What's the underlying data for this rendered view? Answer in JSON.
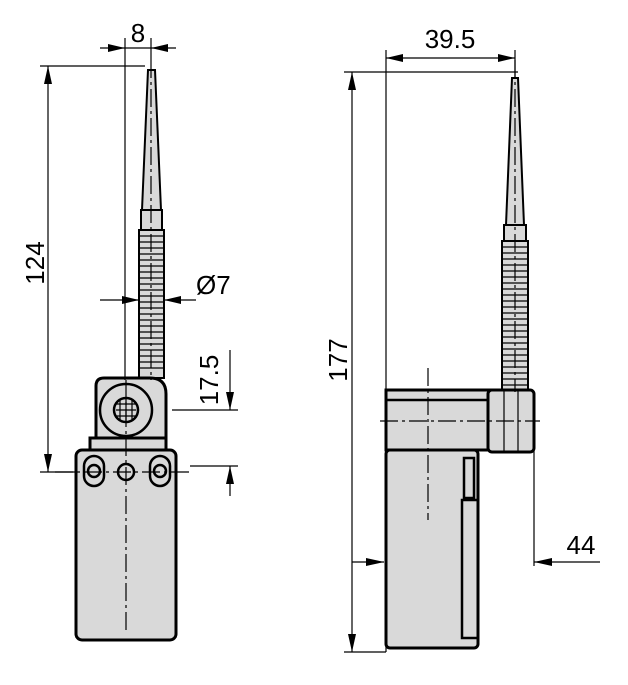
{
  "dimensions": {
    "lever_offset": "8",
    "height_front": "124",
    "rod_diameter": "Ø7",
    "head_height": "17.5",
    "lever_width": "39.5",
    "height_total": "177",
    "depth": "44"
  }
}
